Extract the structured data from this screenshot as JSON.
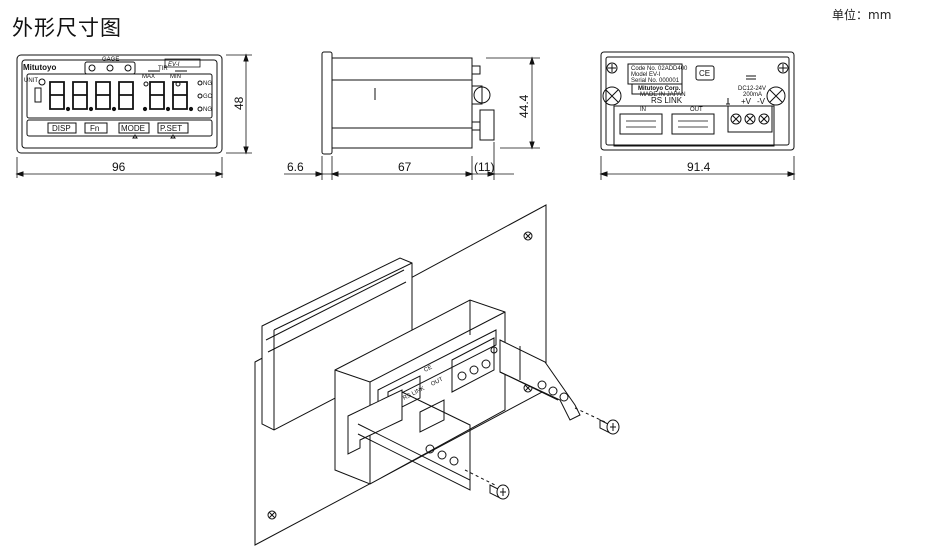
{
  "header": {
    "title": "外形尺寸图",
    "unit": "单位：mm"
  },
  "front_view": {
    "brand": "Mitutoyo",
    "gage": "GAGE",
    "tir": "TIR",
    "max": "MAX",
    "min": "MIN",
    "unit_label": "UNIT",
    "ng_top": "NG",
    "go": "GO",
    "ng_bottom": "NG",
    "model_logo": "EV-I",
    "buttons": [
      "DISP",
      "Fn",
      "MODE",
      "P.SET"
    ],
    "width": "96",
    "height": "48"
  },
  "side_view": {
    "front_depth": "6.6",
    "body_depth": "67",
    "connector": "(11)",
    "height": "44.4"
  },
  "rear_view": {
    "code_no": "Code No.  02ADD400",
    "model": "Model      EV-I",
    "serial": "Serial No.  000001",
    "brand": "Mitutoyo Corp.",
    "made_in": "MADE IN JAPAN",
    "rs_link": "RS LINK",
    "in": "IN",
    "out": "OUT",
    "ce": "CE",
    "power": "DC12-24V",
    "current": "200mA",
    "plus": "+V",
    "minus": "-V",
    "width": "91.4"
  },
  "mount_view": {
    "rs_link": "RS LINK",
    "out": "OUT",
    "ce": "CE"
  }
}
